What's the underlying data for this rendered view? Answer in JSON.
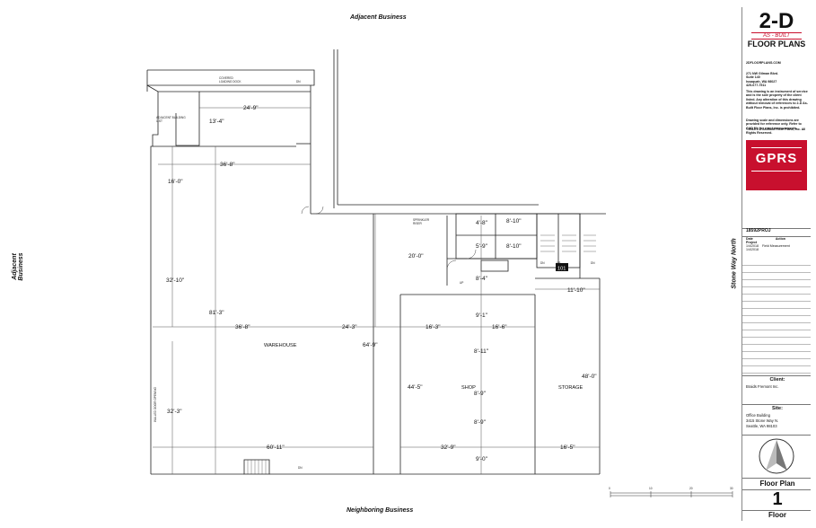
{
  "surroundings": {
    "top": "Adjacent Business",
    "left": "Adjacent Business",
    "bottom": "Neighboring Business",
    "right": "Stone Way North"
  },
  "plan": {
    "room_labels": {
      "warehouse": "WAREHOUSE",
      "shop": "SHOP",
      "storage": "STORAGE",
      "room_number": "101"
    },
    "small_labels": {
      "covered_loading": "COVERED\nLOADING DOCK",
      "adjacent_building": "ADJACENT BUILDING\n1-ST",
      "sprinkler_riser": "SPRINKLER\nRISER",
      "walled_door": "WALLED DOOR OPENING",
      "dn": "DN",
      "up": "UP"
    },
    "dimensions": {
      "d24_9": "24'-9\"",
      "d13_4": "13'-4\"",
      "d36_8a": "36'-8\"",
      "d16_0": "16'-0\"",
      "d32_10": "32'-10\"",
      "d81_3": "81'-3\"",
      "d36_8b": "36'-8\"",
      "d24_3": "24'-3\"",
      "d64_9": "64'-9\"",
      "d32_3": "32'-3\"",
      "d60_11": "60'-11\"",
      "d20_0": "20'-0\"",
      "d4_8": "4'-8\"",
      "d8_10a": "8'-10\"",
      "d5_9": "5'-9\"",
      "d8_10b": "8'-10\"",
      "d8_4": "8'-4\"",
      "d11_10": "11'-10\"",
      "d9_1": "9'-1\"",
      "d16_3": "16'-3\"",
      "d16_6": "16'-6\"",
      "d8_11": "8'-11\"",
      "d44_5": "44'-5\"",
      "d8_9a": "8'-9\"",
      "d48_0": "48'-0\"",
      "d8_9b": "8'-9\"",
      "d32_9": "32'-9\"",
      "d16_5": "16'-5\"",
      "d9_0": "9'-0\""
    },
    "scale_bar": [
      "0",
      "10",
      "20",
      "30"
    ]
  },
  "title_block": {
    "brand_top": "2-D",
    "brand_mid": "AS - BUILT",
    "brand_bottom": "FLOOR PLANS",
    "website": "2DFLOORPLANS.COM",
    "address": [
      "271 NW Gilman Blvd.",
      "Suite 140",
      "Issaquah, WA 98027",
      "425-677-7511"
    ],
    "notice": "This drawing is an instrument of service and is the sole property of the client listed. Any alteration of this drawing without removal of references to 2-D As-Built Floor Plans, Inc. is prohibited.",
    "disclaimer": "Drawing scale and dimensions are provided for reference only. Refer to CAD file for exact measurements.",
    "copyright": "©2018 2-D As-Built Floor Plans, Inc. All Rights Reserved.",
    "partner_logo": "GPRS",
    "project_number": "18592PROJ",
    "rev_headers": [
      "Date",
      "Action"
    ],
    "rev_rows": [
      [
        "Project",
        ""
      ],
      [
        "1/4/2018",
        "Field Measurement"
      ],
      [
        "1/4/2018",
        ""
      ]
    ],
    "client_heading": "Client:",
    "client_name": "Braids Fremont Inc.",
    "site_heading": "Site:",
    "site_lines": [
      "Office Building",
      "3415 Stone Way N.",
      "Seattle, WA 98103"
    ],
    "sheet_title": "Floor Plan",
    "sheet_number": "1",
    "sheet_subtitle": "Floor"
  },
  "colors": {
    "line": "#222222",
    "dim_line": "#555555",
    "brand_red": "#c8102e"
  }
}
